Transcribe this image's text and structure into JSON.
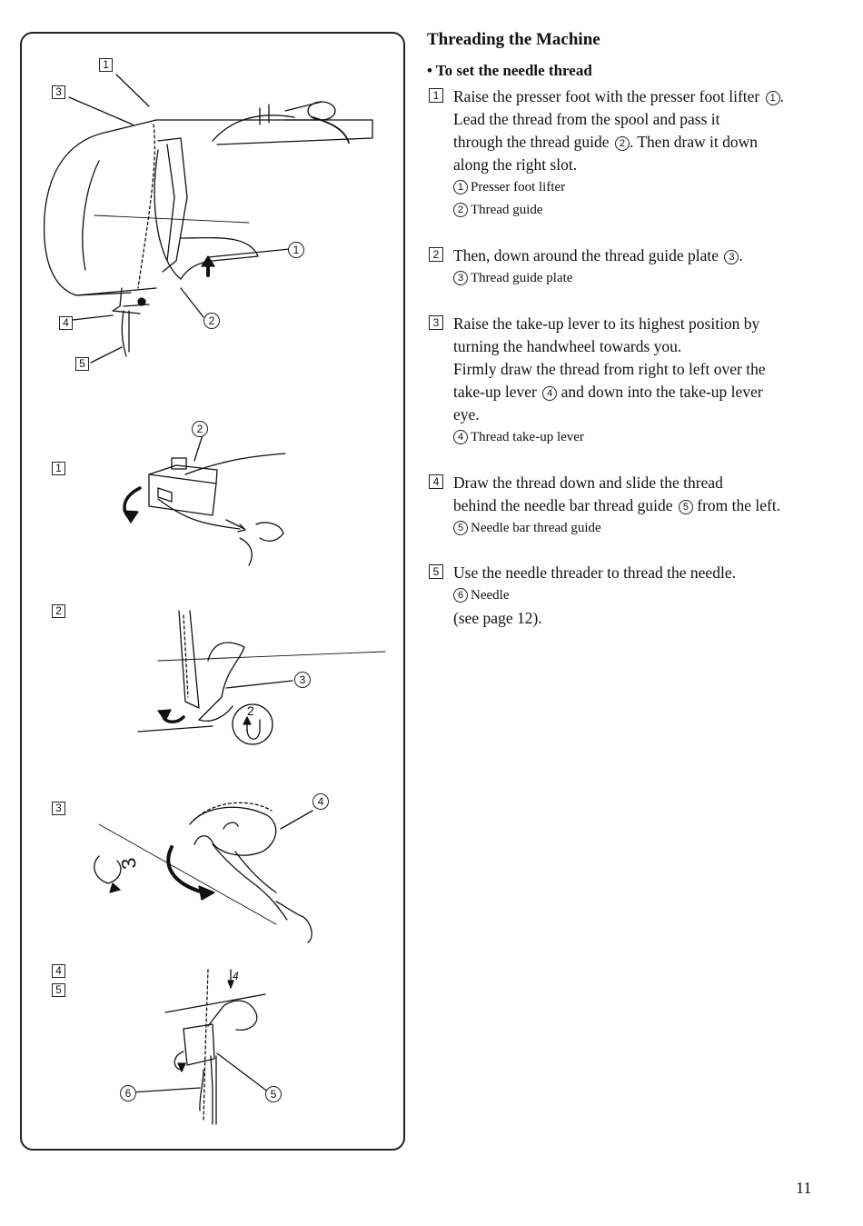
{
  "title": "Threading the Machine",
  "subheading": "• To set the needle thread",
  "steps": [
    {
      "number": "1",
      "lines": [
        {
          "text": "Raise the presser foot with the presser foot lifter",
          "ref": "1",
          "after": "."
        },
        {
          "text": "Lead the thread from the spool and pass it"
        },
        {
          "text": "through the thread guide",
          "ref": "2",
          "after": ". Then draw it down"
        },
        {
          "text": "along the right slot."
        }
      ],
      "notes": [
        {
          "ref": "1",
          "text": "Presser foot lifter"
        },
        {
          "ref": "2",
          "text": "Thread guide"
        }
      ]
    },
    {
      "number": "2",
      "lines": [
        {
          "text": "Then, down around the thread guide plate",
          "ref": "3",
          "after": "."
        }
      ],
      "notes": [
        {
          "ref": "3",
          "text": "Thread guide plate"
        }
      ]
    },
    {
      "number": "3",
      "lines": [
        {
          "text": "Raise the take-up lever to its highest position by"
        },
        {
          "text": "turning the handwheel towards you."
        },
        {
          "text": "Firmly draw the thread from right to left over the"
        },
        {
          "text": "take-up lever",
          "ref": "4",
          "after": " and down into the take-up lever"
        },
        {
          "text": "eye."
        }
      ],
      "notes": [
        {
          "ref": "4",
          "text": "Thread take-up lever"
        }
      ]
    },
    {
      "number": "4",
      "lines": [
        {
          "text": "Draw the thread down and slide the thread"
        },
        {
          "text": "behind the needle bar thread guide",
          "ref": "5",
          "after": " from the left."
        }
      ],
      "notes": [
        {
          "ref": "5",
          "text": "Needle bar thread guide"
        }
      ]
    },
    {
      "number": "5",
      "lines": [
        {
          "text": "Use the needle threader to thread the needle."
        }
      ],
      "notes": [
        {
          "ref": "6",
          "text": "Needle"
        }
      ],
      "extra": "(see page 12)."
    }
  ],
  "figure": {
    "step_markers": [
      "1",
      "3",
      "4",
      "5",
      "1",
      "2",
      "3",
      "4",
      "5"
    ],
    "callouts": [
      "1",
      "2",
      "2",
      "3",
      "4",
      "5",
      "6"
    ],
    "detail_digits": [
      "2",
      "3",
      "4"
    ],
    "icon": "sewing-machine-threading-diagram"
  },
  "page_number": "11"
}
